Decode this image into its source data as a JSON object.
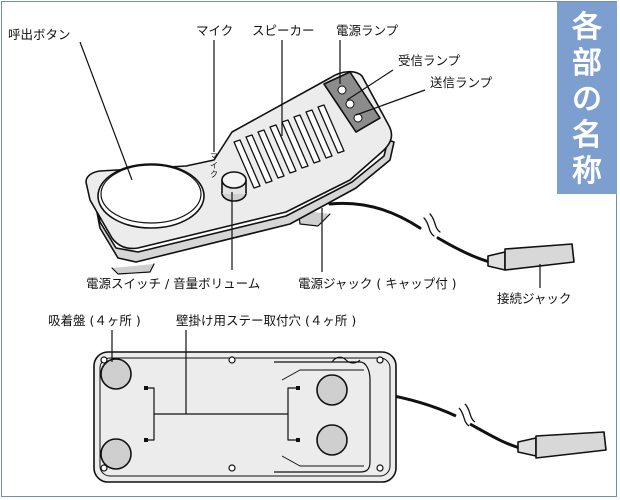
{
  "title": [
    "各",
    "部",
    "の",
    "名",
    "称"
  ],
  "labels": {
    "call_button": "呼出ボタン",
    "mic": "マイク",
    "speaker": "スピーカー",
    "power_lamp": "電源ランプ",
    "receive_lamp": "受信ランプ",
    "send_lamp": "送信ランプ",
    "power_switch_volume": "電源スイッチ / 音量ボリューム",
    "power_jack": "電源ジャック ( キャップ付 )",
    "connection_jack": "接続ジャック",
    "suction_cups": "吸着盤 (４ヶ所 )",
    "wall_holes": "壁掛け用ステー取付穴 (４ヶ所 )"
  },
  "mic_marking": "マイク",
  "colors": {
    "title_panel": "#7d9fcf",
    "frame": "#6f8fb8",
    "device_body": "#e9e9ea",
    "lamp_panel": "#8c8c8c",
    "cup": "#cfcfcf"
  }
}
